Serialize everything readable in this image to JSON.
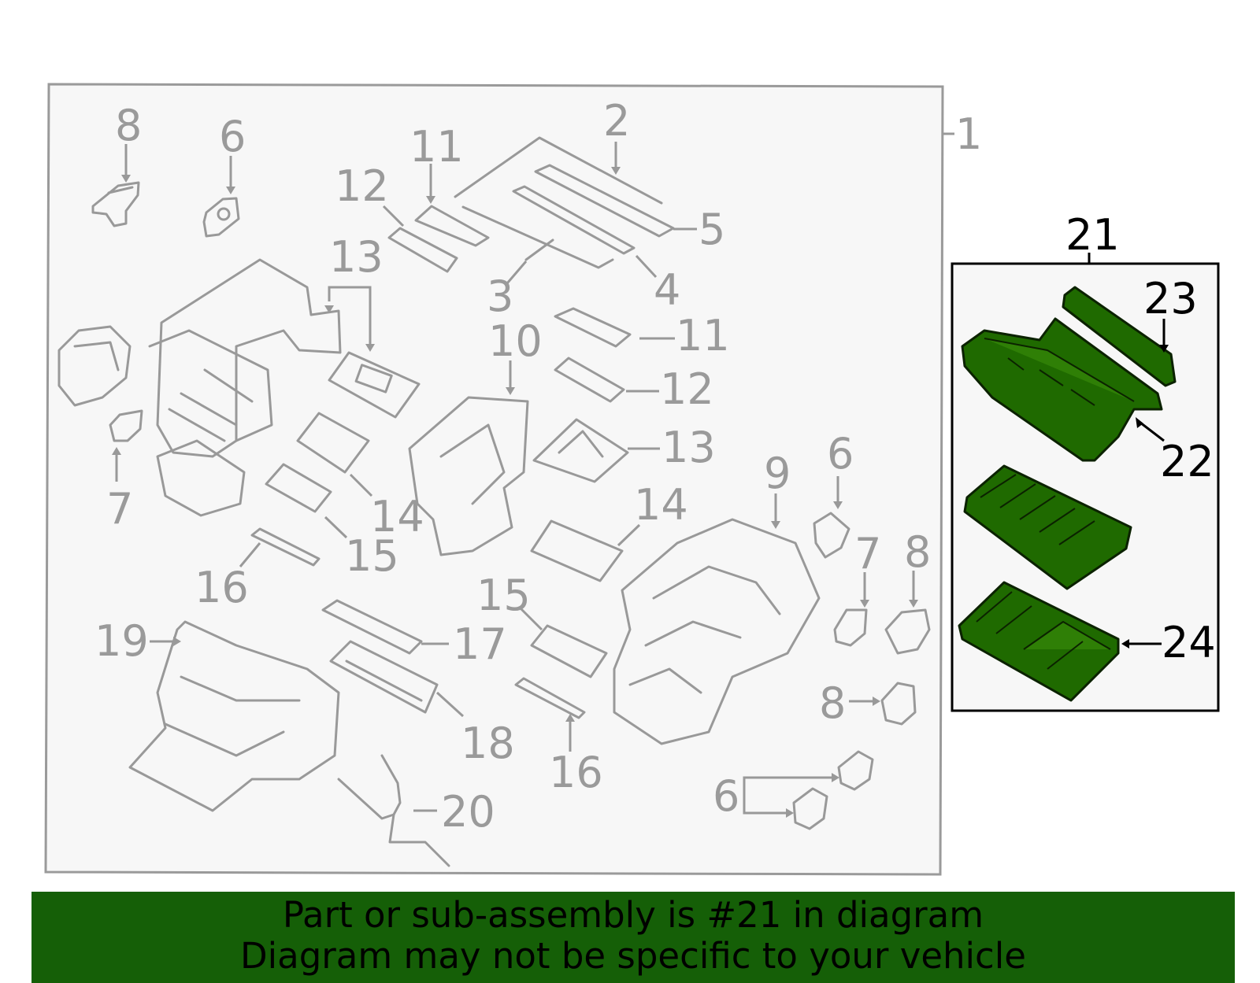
{
  "diagram": {
    "main_callouts": [
      {
        "id": "c1",
        "text": "1"
      },
      {
        "id": "c2",
        "text": "2"
      },
      {
        "id": "c3",
        "text": "3"
      },
      {
        "id": "c4",
        "text": "4"
      },
      {
        "id": "c5",
        "text": "5"
      },
      {
        "id": "c6a",
        "text": "6"
      },
      {
        "id": "c6b",
        "text": "6"
      },
      {
        "id": "c6c",
        "text": "6"
      },
      {
        "id": "c7a",
        "text": "7"
      },
      {
        "id": "c7b",
        "text": "7"
      },
      {
        "id": "c8a",
        "text": "8"
      },
      {
        "id": "c8b",
        "text": "8"
      },
      {
        "id": "c8c",
        "text": "8"
      },
      {
        "id": "c9",
        "text": "9"
      },
      {
        "id": "c10",
        "text": "10"
      },
      {
        "id": "c11a",
        "text": "11"
      },
      {
        "id": "c11b",
        "text": "11"
      },
      {
        "id": "c12a",
        "text": "12"
      },
      {
        "id": "c12b",
        "text": "12"
      },
      {
        "id": "c13a",
        "text": "13"
      },
      {
        "id": "c13b",
        "text": "13"
      },
      {
        "id": "c14a",
        "text": "14"
      },
      {
        "id": "c14b",
        "text": "14"
      },
      {
        "id": "c15a",
        "text": "15"
      },
      {
        "id": "c15b",
        "text": "15"
      },
      {
        "id": "c16a",
        "text": "16"
      },
      {
        "id": "c16b",
        "text": "16"
      },
      {
        "id": "c17",
        "text": "17"
      },
      {
        "id": "c18",
        "text": "18"
      },
      {
        "id": "c19",
        "text": "19"
      },
      {
        "id": "c20",
        "text": "20"
      }
    ],
    "highlight_callouts": [
      {
        "id": "c21",
        "text": "21"
      },
      {
        "id": "c22",
        "text": "22"
      },
      {
        "id": "c23",
        "text": "23"
      },
      {
        "id": "c24",
        "text": "24"
      }
    ],
    "highlight_color": "#1f6a00"
  },
  "banner": {
    "line1": "Part or sub-assembly is #21 in diagram",
    "line2": "Diagram may not be specific to your vehicle",
    "background": "#155f07"
  }
}
